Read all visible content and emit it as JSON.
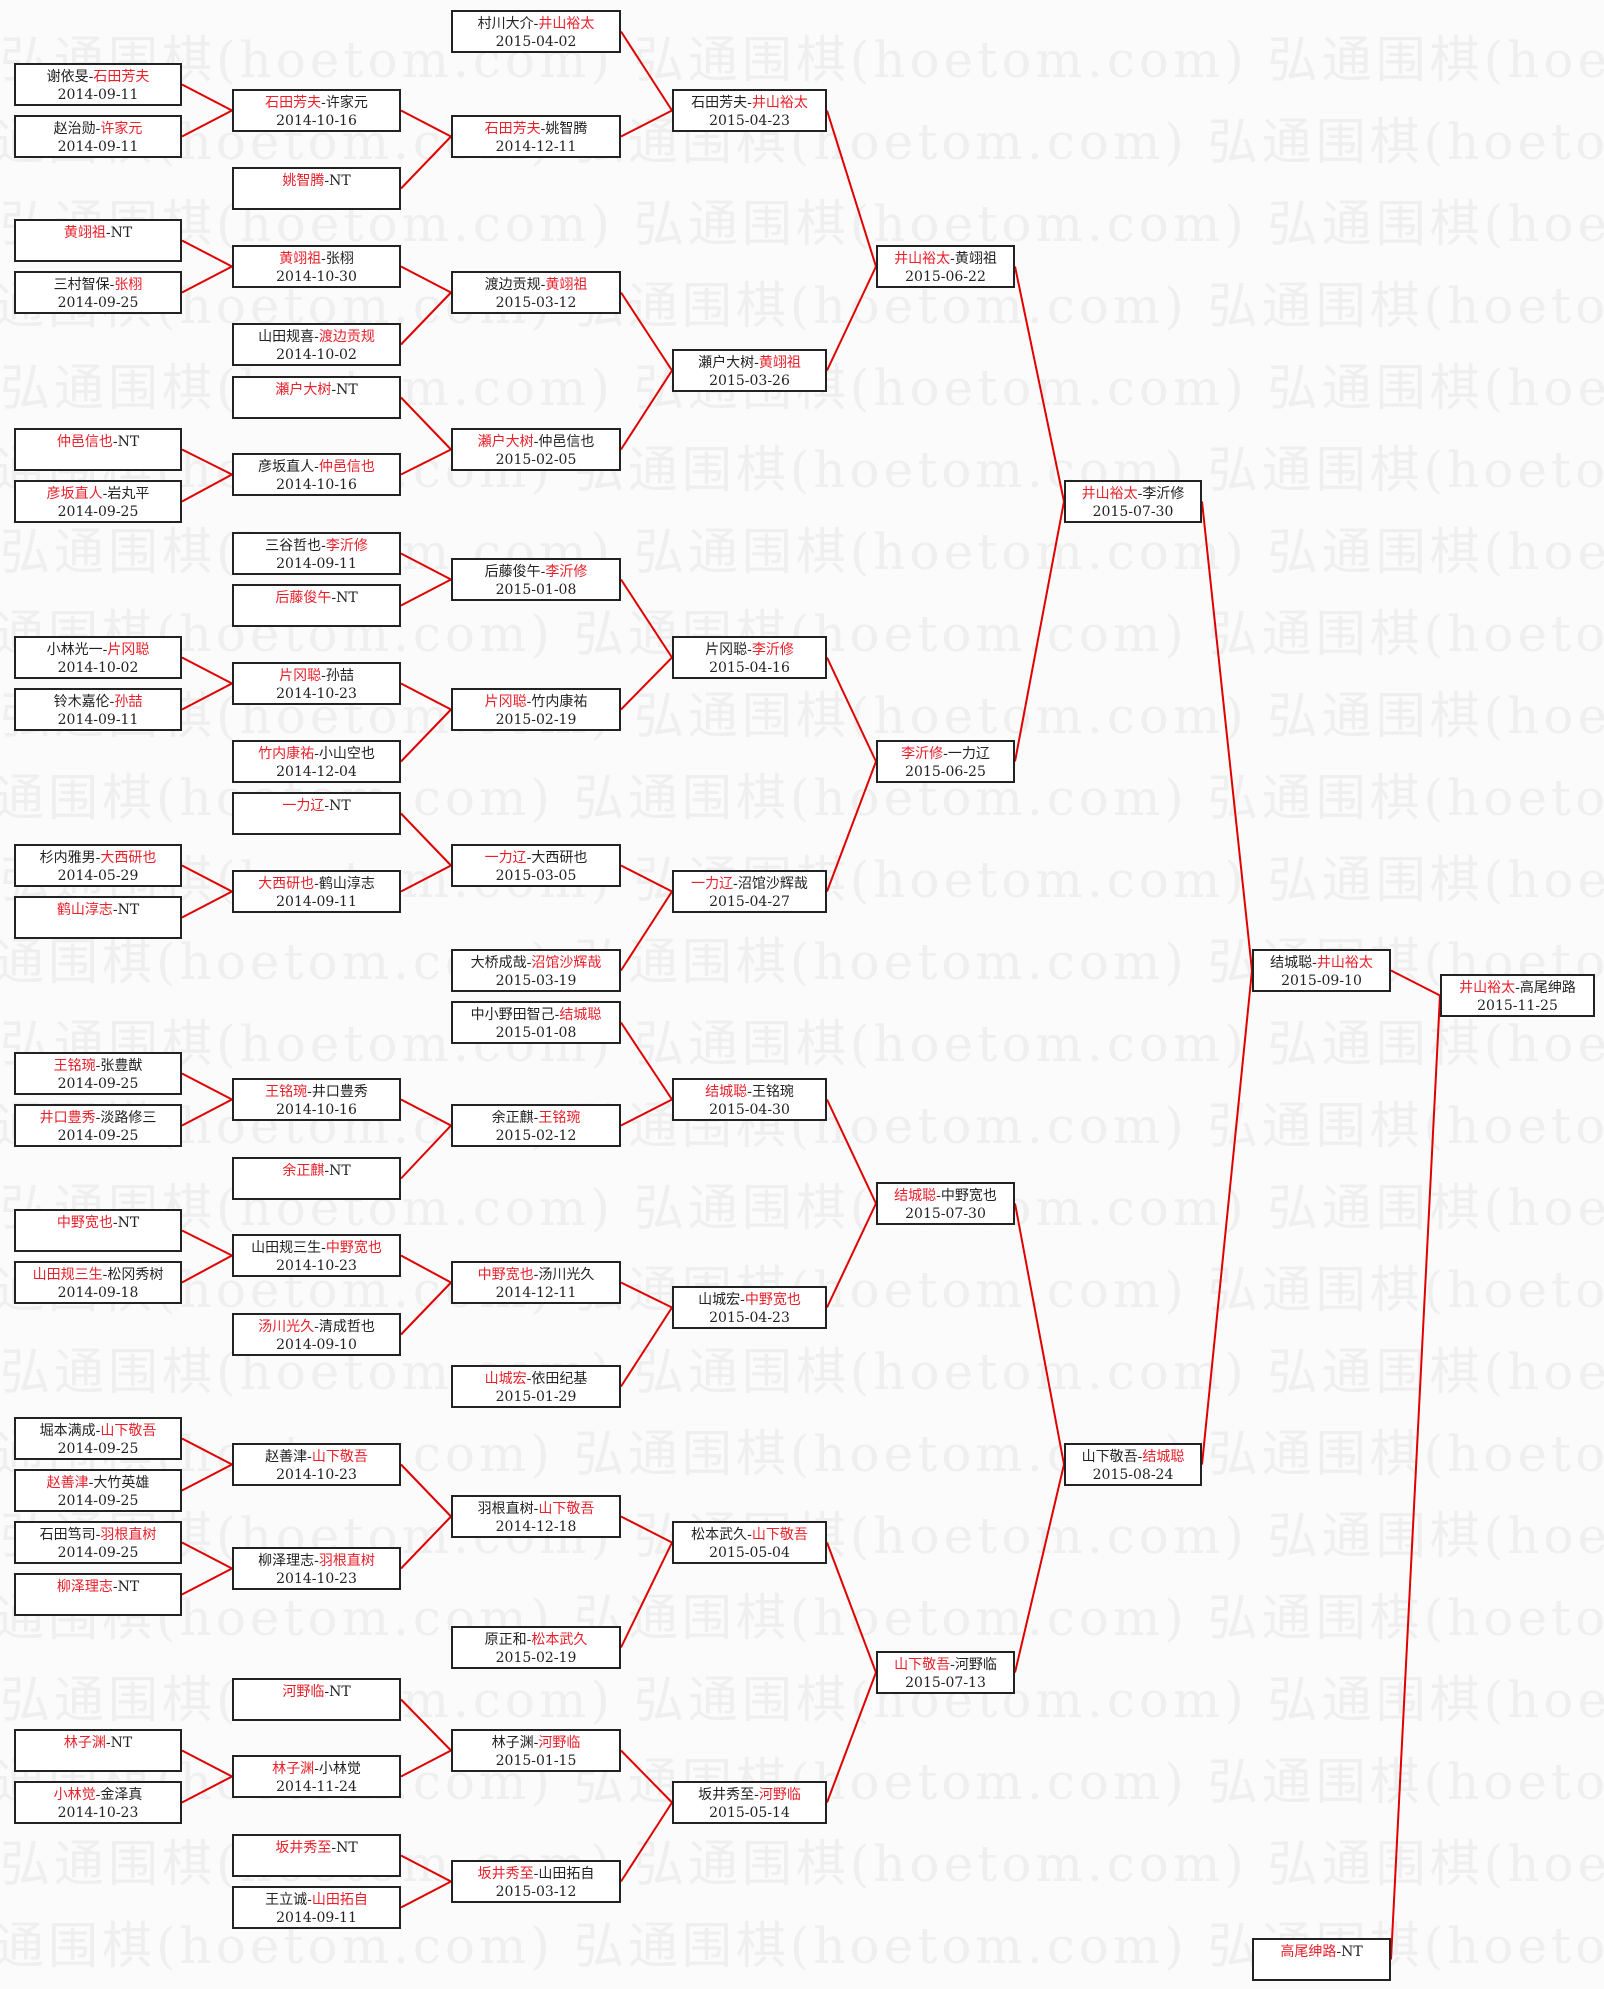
{
  "watermark": "弘通围棋(hoetom.com)",
  "colors": {
    "winner": "#e8202a",
    "connector": "#e00000",
    "border": "#222222"
  },
  "bye_label": "NT",
  "rounds": [
    [
      {
        "p1": "谢依旻",
        "p2": "石田芳夫",
        "date": "2014-09-11",
        "winner": 2,
        "next": 0
      },
      {
        "p1": "赵治勋",
        "p2": "许家元",
        "date": "2014-09-11",
        "winner": 2,
        "next": 0
      },
      {
        "p1": "黄翊祖",
        "p2": "NT",
        "winner": 1,
        "next": 2
      },
      {
        "p1": "三村智保",
        "p2": "张栩",
        "date": "2014-09-25",
        "winner": 2,
        "next": 2
      },
      {
        "p1": "仲邑信也",
        "p2": "NT",
        "winner": 1,
        "next": 5
      },
      {
        "p1": "彦坂直人",
        "p2": "岩丸平",
        "date": "2014-09-25",
        "winner": 1,
        "next": 5
      },
      {
        "p1": "小林光一",
        "p2": "片冈聪",
        "date": "2014-10-02",
        "winner": 2,
        "next": 8
      },
      {
        "p1": "铃木嘉伦",
        "p2": "孙喆",
        "date": "2014-09-11",
        "winner": 2,
        "next": 8
      },
      {
        "p1": "杉内雅男",
        "p2": "大西研也",
        "date": "2014-05-29",
        "winner": 2,
        "next": 11
      },
      {
        "p1": "鹤山淳志",
        "p2": "NT",
        "winner": 1,
        "next": 11
      },
      {
        "p1": "王铭琬",
        "p2": "张豊猷",
        "date": "2014-09-25",
        "winner": 1,
        "next": 12
      },
      {
        "p1": "井口豊秀",
        "p2": "淡路修三",
        "date": "2014-09-25",
        "winner": 1,
        "next": 12
      },
      {
        "p1": "中野宽也",
        "p2": "NT",
        "winner": 1,
        "next": 14
      },
      {
        "p1": "山田规三生",
        "p2": "松冈秀树",
        "date": "2014-09-18",
        "winner": 1,
        "next": 14
      },
      {
        "p1": "堀本满成",
        "p2": "山下敬吾",
        "date": "2014-09-25",
        "winner": 2,
        "next": 16
      },
      {
        "p1": "赵善津",
        "p2": "大竹英雄",
        "date": "2014-09-25",
        "winner": 1,
        "next": 16
      },
      {
        "p1": "石田笃司",
        "p2": "羽根直树",
        "date": "2014-09-25",
        "winner": 2,
        "next": 17
      },
      {
        "p1": "柳泽理志",
        "p2": "NT",
        "winner": 1,
        "next": 17
      },
      {
        "p1": "林子渊",
        "p2": "NT",
        "winner": 1,
        "next": 19
      },
      {
        "p1": "小林觉",
        "p2": "金泽真",
        "date": "2014-10-23",
        "winner": 1,
        "next": 19
      }
    ],
    [
      {
        "p1": "石田芳夫",
        "p2": "许家元",
        "date": "2014-10-16",
        "winner": 1,
        "next": 1
      },
      {
        "p1": "姚智腾",
        "p2": "NT",
        "winner": 1,
        "next": 1
      },
      {
        "p1": "黄翊祖",
        "p2": "张栩",
        "date": "2014-10-30",
        "winner": 1,
        "next": 2
      },
      {
        "p1": "山田规喜",
        "p2": "渡边贡规",
        "date": "2014-10-02",
        "winner": 2,
        "next": 2
      },
      {
        "p1": "瀬户大树",
        "p2": "NT",
        "winner": 1,
        "next": 3
      },
      {
        "p1": "彦坂直人",
        "p2": "仲邑信也",
        "date": "2014-10-16",
        "winner": 2,
        "next": 3
      },
      {
        "p1": "三谷哲也",
        "p2": "李沂修",
        "date": "2014-09-11",
        "winner": 2,
        "next": 4
      },
      {
        "p1": "后藤俊午",
        "p2": "NT",
        "winner": 1,
        "next": 4
      },
      {
        "p1": "片冈聪",
        "p2": "孙喆",
        "date": "2014-10-23",
        "winner": 1,
        "next": 5
      },
      {
        "p1": "竹内康祐",
        "p2": "小山空也",
        "date": "2014-12-04",
        "winner": 1,
        "next": 5
      },
      {
        "p1": "一力辽",
        "p2": "NT",
        "winner": 1,
        "next": 6
      },
      {
        "p1": "大西研也",
        "p2": "鹤山淳志",
        "date": "2014-09-11",
        "winner": 1,
        "next": 6
      },
      {
        "p1": "王铭琬",
        "p2": "井口豊秀",
        "date": "2014-10-16",
        "winner": 1,
        "next": 9
      },
      {
        "p1": "余正麒",
        "p2": "NT",
        "winner": 1,
        "next": 9
      },
      {
        "p1": "山田规三生",
        "p2": "中野宽也",
        "date": "2014-10-23",
        "winner": 2,
        "next": 10
      },
      {
        "p1": "汤川光久",
        "p2": "清成哲也",
        "date": "2014-09-10",
        "winner": 1,
        "next": 10
      },
      {
        "p1": "赵善津",
        "p2": "山下敬吾",
        "date": "2014-10-23",
        "winner": 2,
        "next": 12
      },
      {
        "p1": "柳泽理志",
        "p2": "羽根直树",
        "date": "2014-10-23",
        "winner": 2,
        "next": 12
      },
      {
        "p1": "河野临",
        "p2": "NT",
        "winner": 1,
        "next": 14
      },
      {
        "p1": "林子渊",
        "p2": "小林觉",
        "date": "2014-11-24",
        "winner": 1,
        "next": 14
      },
      {
        "p1": "坂井秀至",
        "p2": "NT",
        "winner": 1,
        "next": 15
      },
      {
        "p1": "王立诚",
        "p2": "山田拓自",
        "date": "2014-09-11",
        "winner": 2,
        "next": 15
      }
    ],
    [
      {
        "p1": "村川大介",
        "p2": "井山裕太",
        "date": "2015-04-02",
        "winner": 2,
        "next": 0
      },
      {
        "p1": "石田芳夫",
        "p2": "姚智腾",
        "date": "2014-12-11",
        "winner": 1,
        "next": 0
      },
      {
        "p1": "渡边贡规",
        "p2": "黄翊祖",
        "date": "2015-03-12",
        "winner": 2,
        "next": 1
      },
      {
        "p1": "瀬户大树",
        "p2": "仲邑信也",
        "date": "2015-02-05",
        "winner": 1,
        "next": 1
      },
      {
        "p1": "后藤俊午",
        "p2": "李沂修",
        "date": "2015-01-08",
        "winner": 2,
        "next": 2
      },
      {
        "p1": "片冈聪",
        "p2": "竹内康祐",
        "date": "2015-02-19",
        "winner": 1,
        "next": 2
      },
      {
        "p1": "一力辽",
        "p2": "大西研也",
        "date": "2015-03-05",
        "winner": 1,
        "next": 3
      },
      {
        "p1": "大桥成哉",
        "p2": "沼馆沙辉哉",
        "date": "2015-03-19",
        "winner": 2,
        "next": 3
      },
      {
        "p1": "中小野田智己",
        "p2": "结城聪",
        "date": "2015-01-08",
        "winner": 2,
        "next": 4
      },
      {
        "p1": "余正麒",
        "p2": "王铭琬",
        "date": "2015-02-12",
        "winner": 2,
        "next": 4
      },
      {
        "p1": "中野宽也",
        "p2": "汤川光久",
        "date": "2014-12-11",
        "winner": 1,
        "next": 5
      },
      {
        "p1": "山城宏",
        "p2": "依田纪基",
        "date": "2015-01-29",
        "winner": 1,
        "next": 5
      },
      {
        "p1": "羽根直树",
        "p2": "山下敬吾",
        "date": "2014-12-18",
        "winner": 2,
        "next": 6
      },
      {
        "p1": "原正和",
        "p2": "松本武久",
        "date": "2015-02-19",
        "winner": 2,
        "next": 6
      },
      {
        "p1": "林子渊",
        "p2": "河野临",
        "date": "2015-01-15",
        "winner": 2,
        "next": 7
      },
      {
        "p1": "坂井秀至",
        "p2": "山田拓自",
        "date": "2015-03-12",
        "winner": 1,
        "next": 7
      }
    ],
    [
      {
        "p1": "石田芳夫",
        "p2": "井山裕太",
        "date": "2015-04-23",
        "winner": 2,
        "next": 0
      },
      {
        "p1": "瀬户大树",
        "p2": "黄翊祖",
        "date": "2015-03-26",
        "winner": 2,
        "next": 0
      },
      {
        "p1": "片冈聪",
        "p2": "李沂修",
        "date": "2015-04-16",
        "winner": 2,
        "next": 1
      },
      {
        "p1": "一力辽",
        "p2": "沼馆沙辉哉",
        "date": "2015-04-27",
        "winner": 1,
        "next": 1
      },
      {
        "p1": "结城聪",
        "p2": "王铭琬",
        "date": "2015-04-30",
        "winner": 1,
        "next": 2
      },
      {
        "p1": "山城宏",
        "p2": "中野宽也",
        "date": "2015-04-23",
        "winner": 2,
        "next": 2
      },
      {
        "p1": "松本武久",
        "p2": "山下敬吾",
        "date": "2015-05-04",
        "winner": 2,
        "next": 3
      },
      {
        "p1": "坂井秀至",
        "p2": "河野临",
        "date": "2015-05-14",
        "winner": 2,
        "next": 3
      }
    ],
    [
      {
        "p1": "井山裕太",
        "p2": "黄翊祖",
        "date": "2015-06-22",
        "winner": 1,
        "next": 0
      },
      {
        "p1": "李沂修",
        "p2": "一力辽",
        "date": "2015-06-25",
        "winner": 1,
        "next": 0
      },
      {
        "p1": "结城聪",
        "p2": "中野宽也",
        "date": "2015-07-30",
        "winner": 1,
        "next": 1
      },
      {
        "p1": "山下敬吾",
        "p2": "河野临",
        "date": "2015-07-13",
        "winner": 1,
        "next": 1
      }
    ],
    [
      {
        "p1": "井山裕太",
        "p2": "李沂修",
        "date": "2015-07-30",
        "winner": 1,
        "next": 0
      },
      {
        "p1": "山下敬吾",
        "p2": "结城聪",
        "date": "2015-08-24",
        "winner": 2,
        "next": 0
      }
    ],
    [
      {
        "p1": "结城聪",
        "p2": "井山裕太",
        "date": "2015-09-10",
        "winner": 2,
        "next": 0
      },
      {
        "p1": "高尾绅路",
        "p2": "NT",
        "winner": 1,
        "next": 0
      }
    ],
    [
      {
        "p1": "井山裕太",
        "p2": "高尾绅路",
        "date": "2015-11-25",
        "winner": 1
      }
    ]
  ]
}
